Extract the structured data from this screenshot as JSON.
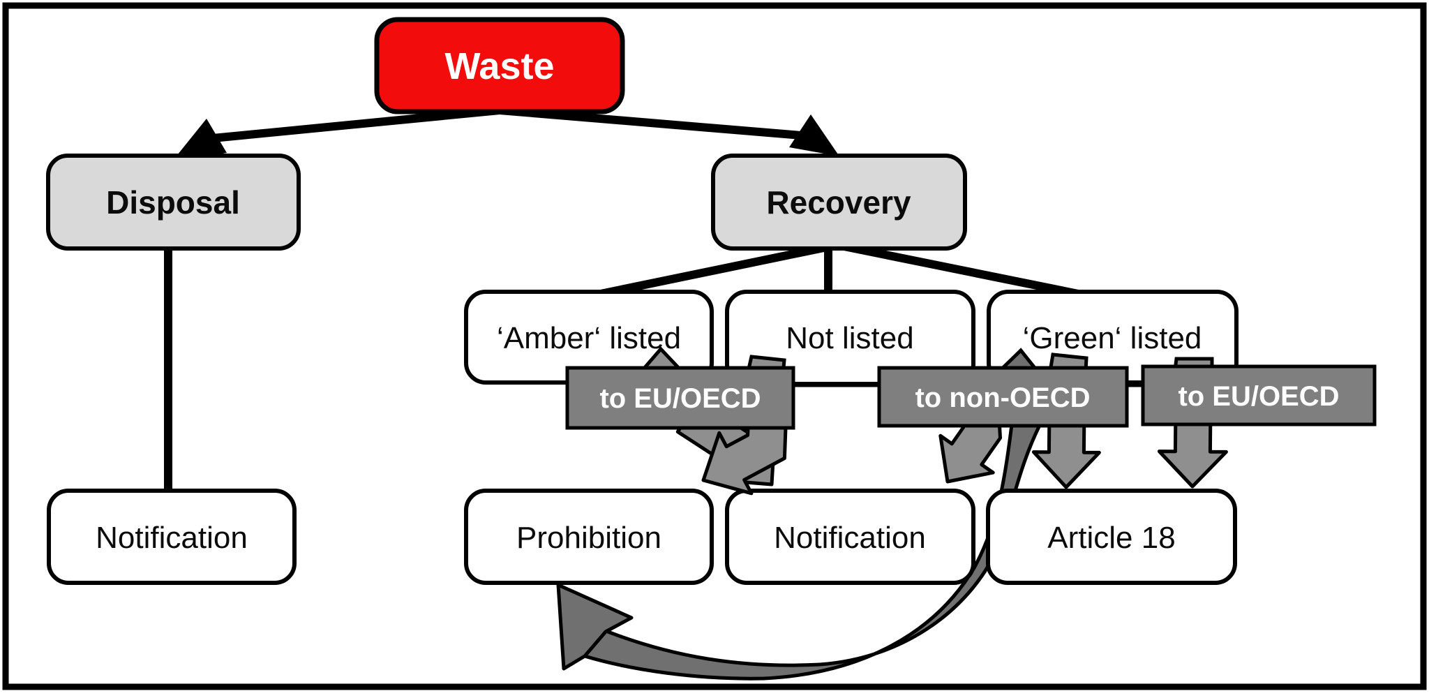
{
  "diagram": {
    "type": "flowchart",
    "nodes": {
      "waste": "Waste",
      "disposal": "Disposal",
      "recovery": "Recovery",
      "amber_listed": "‘Amber‘ listed",
      "not_listed": "Not listed",
      "green_listed": "‘Green‘ listed",
      "notification_disposal": "Notification",
      "prohibition": "Prohibition",
      "notification_recovery": "Notification",
      "article_18": "Article 18"
    },
    "banners": {
      "amber_destination": "to EU/OECD",
      "non_oecd_destination": "to non-OECD",
      "green_destination": "to EU/OECD"
    },
    "colors": {
      "waste_red": "#f20c0c",
      "node_gray": "#d9d9d9",
      "node_white": "#ffffff",
      "banner_gray": "#7f7f7f",
      "arrow_gray": "#8f8f8f",
      "band_gray": "#707070",
      "outline_black": "#000000"
    }
  }
}
